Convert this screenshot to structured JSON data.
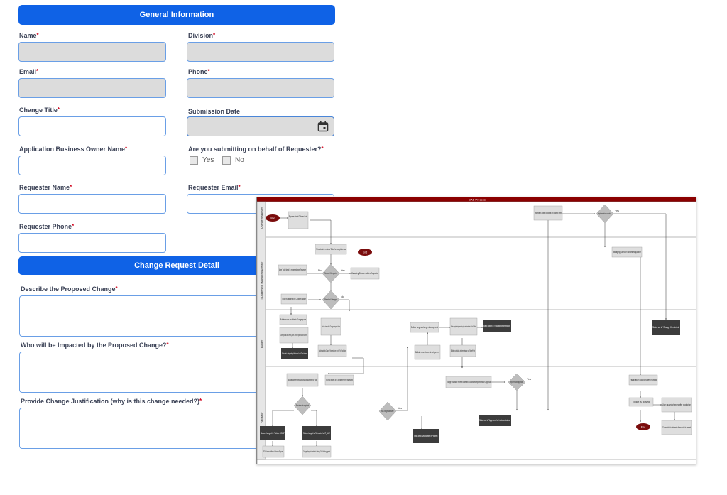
{
  "general_info": {
    "header": "General Information",
    "fields": {
      "name": "Name",
      "division": "Division",
      "email": "Email",
      "phone": "Phone",
      "change_title": "Change Title",
      "submission_date": "Submission Date",
      "app_owner": "Application Business Owner Name",
      "on_behalf": "Are you submitting on behalf of Requester?",
      "requester_name": "Requester Name",
      "requester_email": "Requester Email",
      "requester_phone": "Requester Phone"
    },
    "required_mark": "*",
    "yes_label": "Yes",
    "no_label": "No"
  },
  "change_detail": {
    "header": "Change Request Detail",
    "describe": "Describe the Proposed Change",
    "impacted": "Who will be Impacted by the Proposed Change?",
    "justification": "Provide Change Justification (why is this change needed?)"
  },
  "flowchart": {
    "title": "CAB Process",
    "lanes": [
      "Change Requester",
      "IT Leadership / Managing Director",
      "Builder",
      "Facilitator"
    ],
    "nodes": {
      "start": "Start",
      "end1": "End",
      "end2": "End",
      "requester_submits": "Requester submits IT Request Ticket",
      "it_leadership_reviews": "IT Leadership reviews Ticket for completeness",
      "request_complete": "Request Complete?",
      "more_detail": "More Ticket detail is requested from Requester",
      "managing_director_notifies": "Managing Director notifies Requester",
      "ticket_assigned": "Ticket is assigned to Change Builder",
      "standard_change": "Standard Change?",
      "builder_moves": "Builder moves the ticket to Change queue",
      "current_process": "Current process uses Service Queues. The new system will not include this",
      "builder_drafts": "Builder drafts the Change Request form",
      "status_requesting_auth": "Status set to \"Requesting Authorization\" and Ticket is saved",
      "builder_submits": "Builder submits Change Request Form and CR to Facilitator",
      "builder_begins": "Builder begins change development",
      "builder_completes_dev": "Builder completes development",
      "builder_completes_impl": "Builder completes implementation plan and submits the draft to Facilitator",
      "status_requesting_impl": "Status changed to \"Requesting Implementation\"",
      "builder_schedules": "Builder schedules implementation on SharePoint",
      "facilitator_determines": "Facilitator determines authorization authority for ticket",
      "scoring": "Scoring based on a predetermined risk matrix",
      "route_auth": "Route auth required",
      "status_ecab": "Status changed to \"Initiate ECAB\"",
      "status_scheduled": "Status changed to \"Scheduled for IT_CAB\"",
      "ecab_notified": "ECAB team notified of Change Request",
      "change_added": "Change Request is added to Weekly CAB Meeting Agenda",
      "was_change_authorized": "Was change authorized?",
      "status_dev_progress": "Status set to \"Development in Progress\"",
      "change_facilitator_reviews": "Change Facilitator reviews ticket and coordinates implementation approval",
      "impl_approved1": "Implementation approved?",
      "status_approved_impl": "Status set to \"Approved for Implementation\"",
      "requester_notified": "Requester is notified of change and asked to verify",
      "impl_successful": "Implementation successful?",
      "managing_director_notifies2": "Managing Director notifies Requester",
      "status_change_completed": "Status set to \"Change Completed\"",
      "facilitator_coordinates": "Facilitator coordinates review",
      "ticket_closed": "Ticket is closed",
      "user_caused": "User caused changes after production",
      "it_uses_ticket": "IT uses ticket to determine if new ticket is needed"
    },
    "edge_labels": {
      "yes": "Yes",
      "no": "No"
    }
  },
  "colors": {
    "header_blue": "#0f62e6",
    "field_border": "#6a9fe6",
    "readonly_fill": "#dcdcdc",
    "required_red": "#d0021b",
    "flow_title_bar": "#8b0000",
    "terminal": "#7a0c0c",
    "dark_box": "#3c3c3c"
  }
}
